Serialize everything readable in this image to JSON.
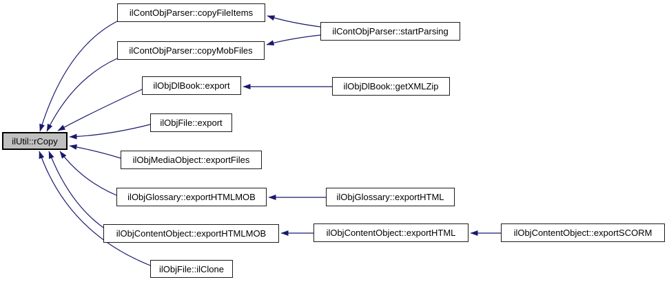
{
  "diagram": {
    "kind": "caller-graph",
    "colors": {
      "edge": "#191970",
      "node_border": "#1a1a1a",
      "node_fill": "#ffffff",
      "highlight_fill": "#c0c0c0",
      "text": "#000000"
    },
    "nodes": {
      "rcopy": {
        "label": "ilUtil::rCopy",
        "highlighted": true
      },
      "copy_file_items": {
        "label": "ilContObjParser::copyFileItems"
      },
      "copy_mob_files": {
        "label": "ilContObjParser::copyMobFiles"
      },
      "dlbook_export": {
        "label": "ilObjDlBook::export"
      },
      "file_export": {
        "label": "ilObjFile::export"
      },
      "mediaobject_export_files": {
        "label": "ilObjMediaObject::exportFiles"
      },
      "glossary_export_htmlmob": {
        "label": "ilObjGlossary::exportHTMLMOB"
      },
      "contentobject_export_htmlmob": {
        "label": "ilObjContentObject::exportHTMLMOB"
      },
      "file_ilclone": {
        "label": "ilObjFile::ilClone"
      },
      "start_parsing": {
        "label": "ilContObjParser::startParsing"
      },
      "getxmlzip": {
        "label": "ilObjDlBook::getXMLZip"
      },
      "glossary_export_html": {
        "label": "ilObjGlossary::exportHTML"
      },
      "contentobject_export_html": {
        "label": "ilObjContentObject::exportHTML"
      },
      "contentobject_export_scorm": {
        "label": "ilObjContentObject::exportSCORM"
      }
    },
    "edges": [
      {
        "from": "ilContObjParser::copyFileItems",
        "to": "ilUtil::rCopy"
      },
      {
        "from": "ilContObjParser::copyMobFiles",
        "to": "ilUtil::rCopy"
      },
      {
        "from": "ilObjDlBook::export",
        "to": "ilUtil::rCopy"
      },
      {
        "from": "ilObjFile::export",
        "to": "ilUtil::rCopy"
      },
      {
        "from": "ilObjMediaObject::exportFiles",
        "to": "ilUtil::rCopy"
      },
      {
        "from": "ilObjGlossary::exportHTMLMOB",
        "to": "ilUtil::rCopy"
      },
      {
        "from": "ilObjContentObject::exportHTMLMOB",
        "to": "ilUtil::rCopy"
      },
      {
        "from": "ilObjFile::ilClone",
        "to": "ilUtil::rCopy"
      },
      {
        "from": "ilContObjParser::startParsing",
        "to": "ilContObjParser::copyFileItems"
      },
      {
        "from": "ilContObjParser::startParsing",
        "to": "ilContObjParser::copyMobFiles"
      },
      {
        "from": "ilObjDlBook::getXMLZip",
        "to": "ilObjDlBook::export"
      },
      {
        "from": "ilObjGlossary::exportHTML",
        "to": "ilObjGlossary::exportHTMLMOB"
      },
      {
        "from": "ilObjContentObject::exportHTML",
        "to": "ilObjContentObject::exportHTMLMOB"
      },
      {
        "from": "ilObjContentObject::exportSCORM",
        "to": "ilObjContentObject::exportHTML"
      }
    ]
  }
}
